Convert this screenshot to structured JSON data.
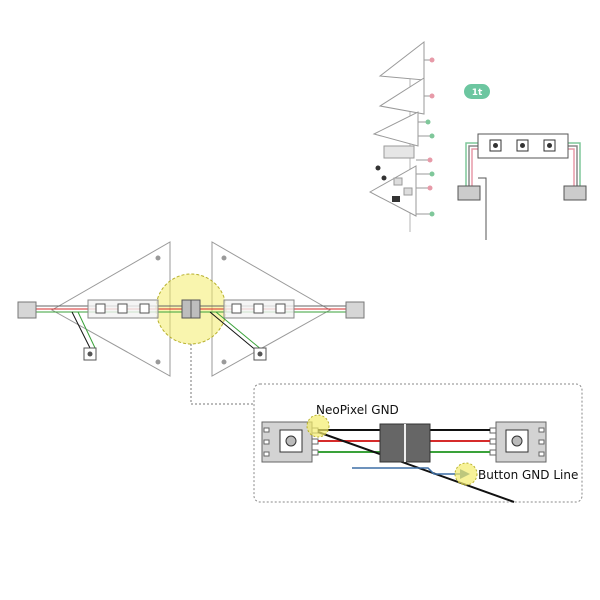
{
  "callouts": {
    "neopixel_gnd": "NeoPixel GND",
    "button_gnd": "Button GND Line"
  },
  "badge": {
    "text": "1t"
  },
  "colors": {
    "outline": "#9a9a9a",
    "wire_black": "#111111",
    "wire_red": "#d62b2b",
    "wire_green": "#3aa23a",
    "highlight": "#f4ec6c",
    "arrow": "#3d6fa6",
    "badge": "#6cc6a0",
    "pink_dot": "#e79aa8",
    "green_dot": "#7fc79a",
    "strip_fill": "#e6e6e6"
  },
  "icons": {
    "pixel_led": "square-led-icon",
    "button": "tactile-button-icon",
    "connector": "jst-connector-icon"
  }
}
